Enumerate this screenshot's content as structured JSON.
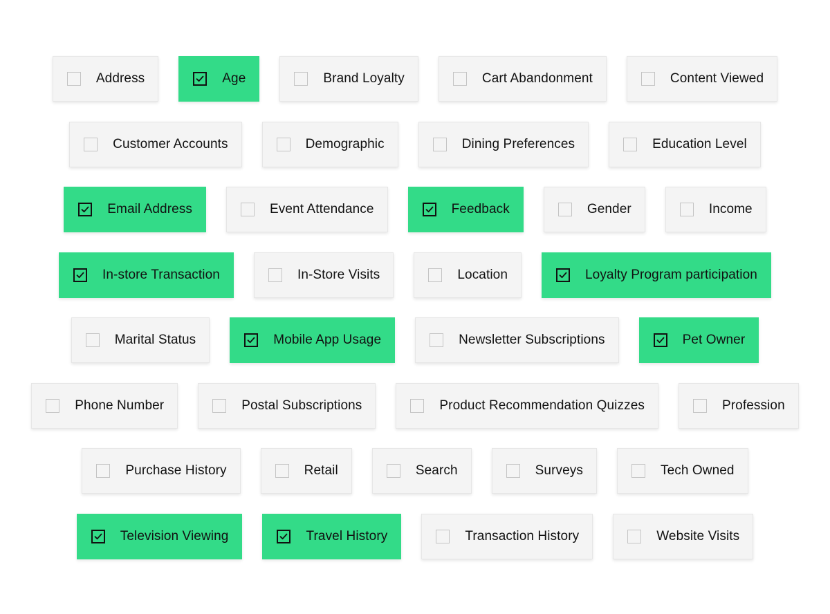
{
  "accent_color": "#33db88",
  "check_icon": "checkmark-icon",
  "rows": [
    [
      {
        "label": "Address",
        "checked": false
      },
      {
        "label": "Age",
        "checked": true
      },
      {
        "label": "Brand Loyalty",
        "checked": false
      },
      {
        "label": "Cart Abandonment",
        "checked": false
      },
      {
        "label": "Content Viewed",
        "checked": false
      }
    ],
    [
      {
        "label": "Customer Accounts",
        "checked": false
      },
      {
        "label": "Demographic",
        "checked": false
      },
      {
        "label": "Dining Preferences",
        "checked": false
      },
      {
        "label": "Education Level",
        "checked": false
      }
    ],
    [
      {
        "label": "Email Address",
        "checked": true
      },
      {
        "label": "Event Attendance",
        "checked": false
      },
      {
        "label": "Feedback",
        "checked": true
      },
      {
        "label": "Gender",
        "checked": false
      },
      {
        "label": "Income",
        "checked": false
      }
    ],
    [
      {
        "label": "In-store Transaction",
        "checked": true
      },
      {
        "label": "In-Store Visits",
        "checked": false
      },
      {
        "label": "Location",
        "checked": false
      },
      {
        "label": "Loyalty Program participation",
        "checked": true
      }
    ],
    [
      {
        "label": "Marital Status",
        "checked": false
      },
      {
        "label": "Mobile App Usage",
        "checked": true
      },
      {
        "label": "Newsletter Subscriptions",
        "checked": false
      },
      {
        "label": "Pet Owner",
        "checked": true
      }
    ],
    [
      {
        "label": "Phone Number",
        "checked": false
      },
      {
        "label": "Postal Subscriptions",
        "checked": false
      },
      {
        "label": "Product Recommendation Quizzes",
        "checked": false
      },
      {
        "label": "Profession",
        "checked": false
      }
    ],
    [
      {
        "label": "Purchase History",
        "checked": false
      },
      {
        "label": "Retail",
        "checked": false
      },
      {
        "label": "Search",
        "checked": false
      },
      {
        "label": "Surveys",
        "checked": false
      },
      {
        "label": "Tech Owned",
        "checked": false
      }
    ],
    [
      {
        "label": "Television Viewing",
        "checked": true
      },
      {
        "label": "Travel History",
        "checked": true
      },
      {
        "label": "Transaction History",
        "checked": false
      },
      {
        "label": "Website Visits",
        "checked": false
      }
    ]
  ]
}
